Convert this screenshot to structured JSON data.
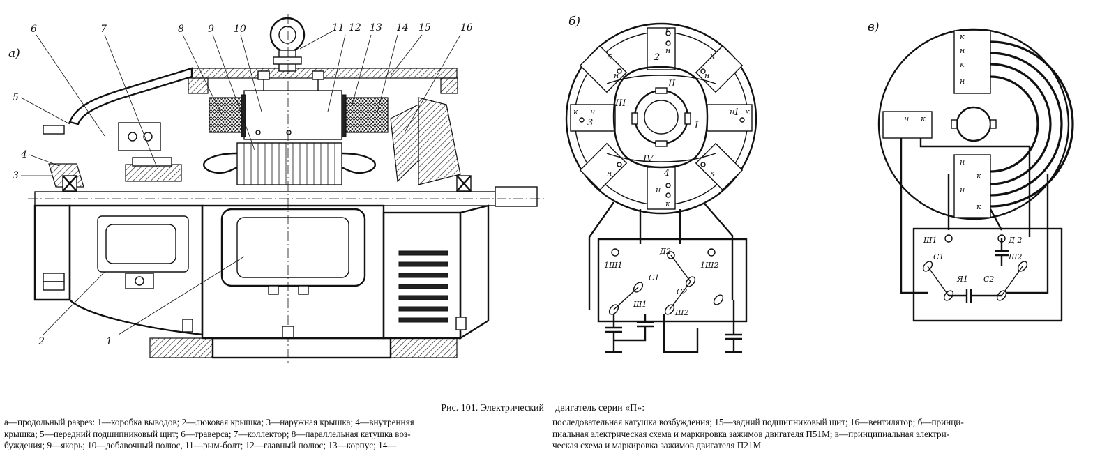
{
  "figure": {
    "panel_labels": {
      "a": "а)",
      "b": "б)",
      "v": "в)"
    },
    "callouts_a": [
      "1",
      "2",
      "3",
      "4",
      "5",
      "6",
      "7",
      "8",
      "9",
      "10",
      "11",
      "12",
      "13",
      "14",
      "15",
      "16"
    ],
    "panel_b": {
      "roman": [
        "I",
        "II",
        "III",
        "IV"
      ],
      "pole_numbers": [
        "1",
        "2",
        "3",
        "4"
      ],
      "coil_marks": {
        "k": "к",
        "n": "н"
      },
      "terminals": {
        "sh1_top": "1Ш1",
        "sh2_top": "1Ш2",
        "d2": "Д2",
        "c1": "С1",
        "c2": "С2",
        "sh1": "Ш1",
        "sh2": "Ш2"
      }
    },
    "panel_v": {
      "coil_marks": {
        "k": "к",
        "n": "н"
      },
      "terminals": {
        "sh1": "Ш1",
        "d2": "Д 2",
        "c1": "С1",
        "sh2": "Ш2",
        "ya1": "Я1",
        "c2": "С2"
      }
    }
  },
  "caption": {
    "title_part1": "Рис. 101. Электрический",
    "title_part2": "двигатель серии «П»:",
    "left_lines": [
      "а—продольный разрез: 1—коробка выводов; 2—люковая крышка; 3—наружная крышка; 4—внутренняя",
      "крышка; 5—передний подшипниковый щит; 6—траверса; 7—коллектор; 8—параллельная катушка воз-",
      "буждения; 9—якорь; 10—добавочный полюс, 11—рым-болт; 12—главный полюс; 13—корпус; 14—"
    ],
    "right_lines": [
      "последовательная катушка возбуждения; 15—задний подшипниковый щит; 16—вентилятор; б—принци-",
      "пиальная электрическая схема и маркировка зажимов двигателя П51М; в—принципиальная электри-",
      "ческая схема и маркировка зажимов двигателя П21М"
    ]
  }
}
